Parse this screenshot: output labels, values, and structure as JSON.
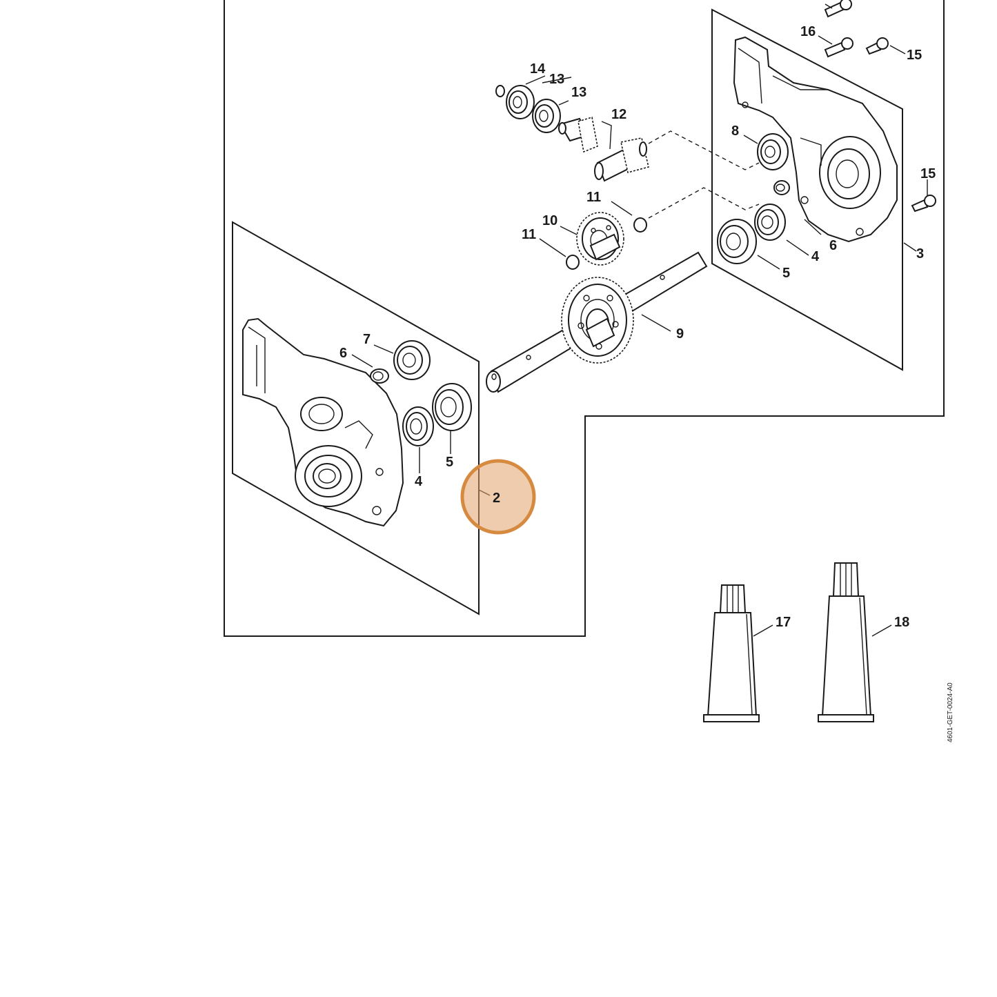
{
  "diagram": {
    "drawing_code": "4601-GET-0024-A0",
    "highlight_color": "#E3A36B",
    "highlight_stroke": "#D58A3F",
    "selected_label": "2",
    "callouts": {
      "c2": "2",
      "c3": "3",
      "c4a": "4",
      "c4b": "4",
      "c5a": "5",
      "c5b": "5",
      "c6a": "6",
      "c6b": "6",
      "c7": "7",
      "c8": "8",
      "c9": "9",
      "c10": "10",
      "c11a": "11",
      "c11b": "11",
      "c12": "12",
      "c13a": "13",
      "c13b": "13",
      "c14": "14",
      "c15a": "15",
      "c15b": "15",
      "c16": "16",
      "c17": "17",
      "c18": "18"
    }
  }
}
